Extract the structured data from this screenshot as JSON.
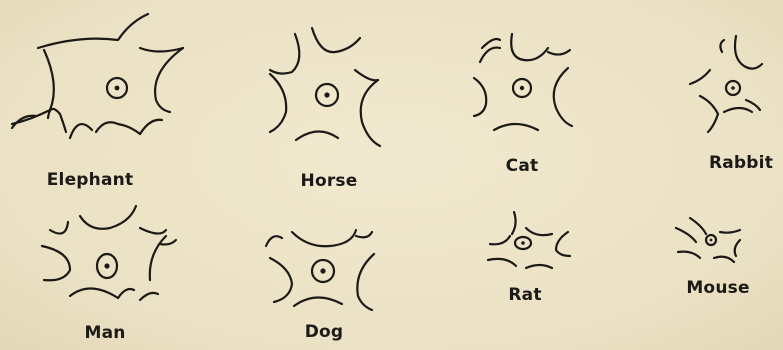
{
  "cells": [
    {
      "label": "Elephant"
    },
    {
      "label": "Horse"
    },
    {
      "label": "Cat"
    },
    {
      "label": "Rabbit"
    },
    {
      "label": "Man"
    },
    {
      "label": "Dog"
    },
    {
      "label": "Rat"
    },
    {
      "label": "Mouse"
    }
  ]
}
